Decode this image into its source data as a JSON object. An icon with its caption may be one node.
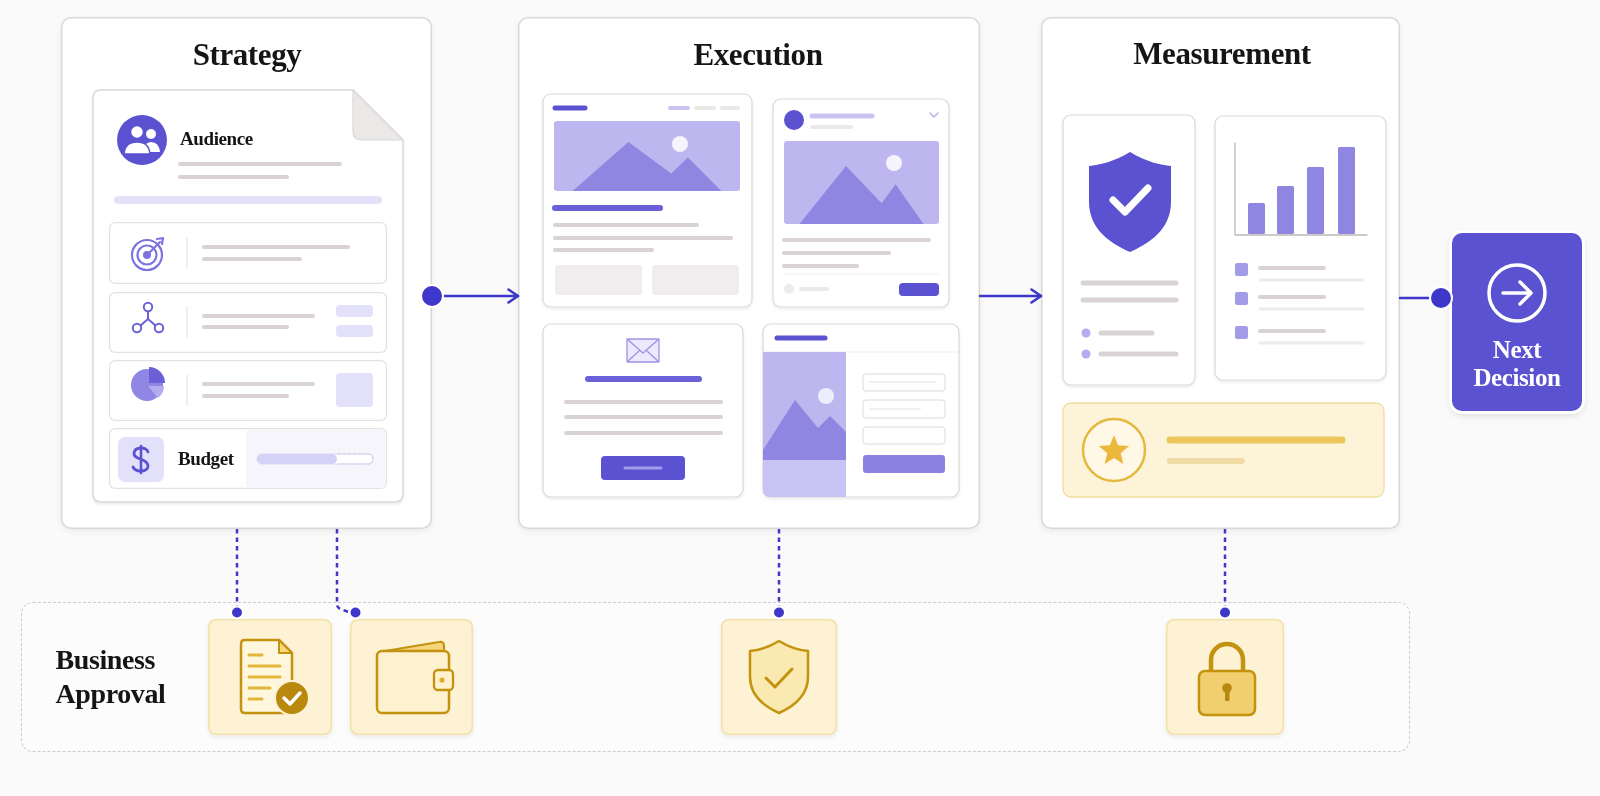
{
  "diagram": {
    "nodes": [
      {
        "text": [
          "Strategy"
        ]
      },
      {
        "text": [
          "Audience"
        ],
        "in": 0
      },
      {
        "text": [],
        "shape": "box",
        "in": 1
      },
      {
        "text": [],
        "shape": "box",
        "in": 1
      },
      {
        "text": [],
        "shape": "box",
        "in": 1
      },
      {
        "text": [
          "Budget"
        ],
        "in": 1
      },
      {
        "text": [
          "Execution"
        ]
      },
      {
        "text": [
          "Measurement"
        ]
      },
      {
        "text": [
          "Next Decision"
        ]
      },
      {
        "text": [
          "Business Approval"
        ]
      },
      {
        "text": [],
        "shape": "box",
        "in": 9
      },
      {
        "text": [],
        "shape": "box",
        "in": 9
      },
      {
        "text": [],
        "shape": "box",
        "in": 9
      },
      {
        "text": [],
        "shape": "box",
        "in": 9
      }
    ],
    "edges": [
      {
        "from": 0,
        "to": 6,
        "arrow": "to"
      },
      {
        "from": 6,
        "to": 7,
        "arrow": "to"
      },
      {
        "from": 7,
        "to": 8,
        "arrow": "other"
      },
      {
        "from": 0,
        "to": 10,
        "arrow": "other",
        "style": "dashed"
      },
      {
        "from": 0,
        "to": 11,
        "arrow": "other",
        "style": "dashed"
      },
      {
        "from": 6,
        "to": 12,
        "arrow": "other",
        "style": "dashed"
      },
      {
        "from": 7,
        "to": 13,
        "arrow": "other",
        "style": "dashed"
      }
    ]
  }
}
